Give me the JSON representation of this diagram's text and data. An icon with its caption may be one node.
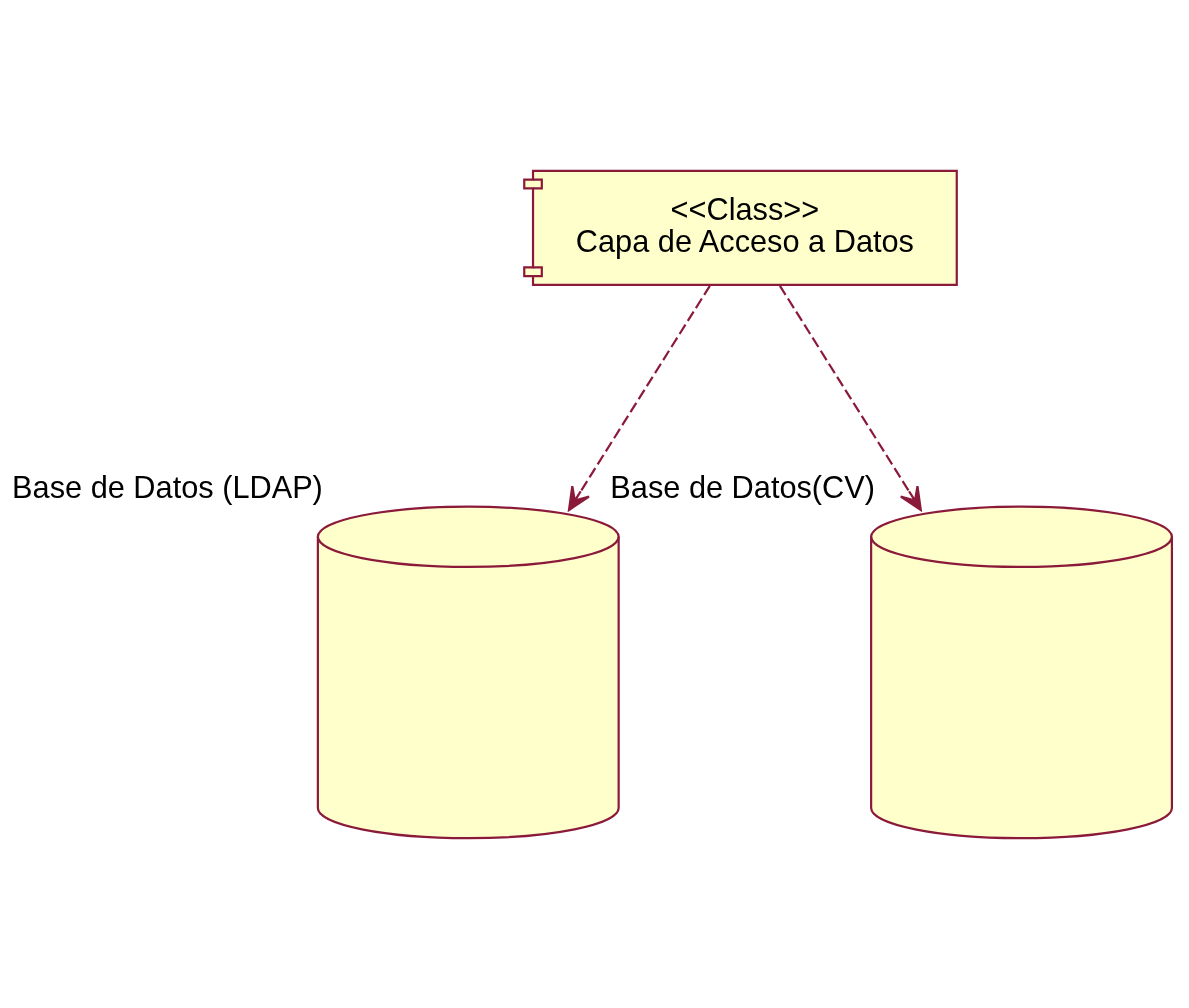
{
  "diagram": {
    "nodes": [
      {
        "text": [
          "<<Class>>",
          "Capa de Acceso a Datos"
        ]
      },
      {
        "text": [],
        "shape": "cylinder",
        "beside": [
          "Base de Datos (LDAP)"
        ]
      },
      {
        "text": [],
        "shape": "cylinder",
        "beside": [
          "Base de Datos(CV)"
        ]
      }
    ],
    "edges": [
      {
        "from": 0,
        "to": 1,
        "arrow": "to",
        "style": "dashed"
      },
      {
        "from": 0,
        "to": 2,
        "arrow": "to",
        "style": "dashed"
      }
    ]
  }
}
